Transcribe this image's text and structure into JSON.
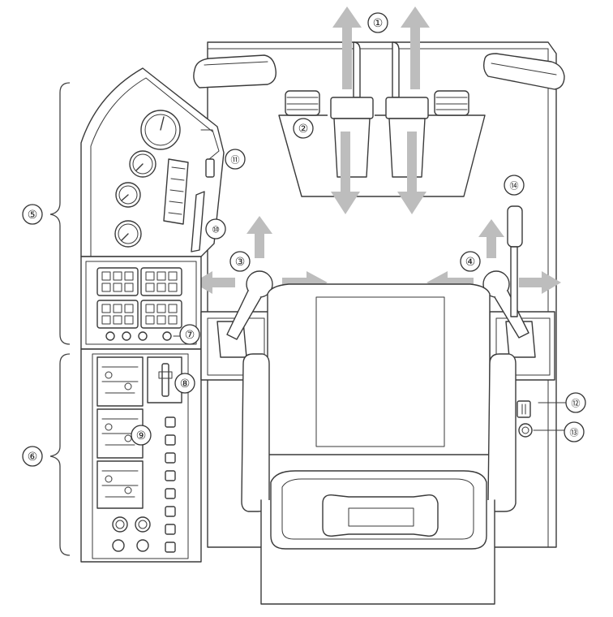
{
  "callouts": [
    {
      "id": "1",
      "label": "①"
    },
    {
      "id": "2",
      "label": "②"
    },
    {
      "id": "3",
      "label": "③"
    },
    {
      "id": "4",
      "label": "④"
    },
    {
      "id": "5",
      "label": "⑤"
    },
    {
      "id": "6",
      "label": "⑥"
    },
    {
      "id": "7",
      "label": "⑦"
    },
    {
      "id": "8",
      "label": "⑧"
    },
    {
      "id": "9",
      "label": "⑨"
    },
    {
      "id": "10",
      "label": "⑩"
    },
    {
      "id": "11",
      "label": "⑪"
    },
    {
      "id": "12",
      "label": "⑫"
    },
    {
      "id": "13",
      "label": "⑬"
    },
    {
      "id": "14",
      "label": "⑭"
    }
  ],
  "colors": {
    "line": "#3a3a3a",
    "arrow": "#bdbdbd",
    "background": "#ffffff"
  }
}
